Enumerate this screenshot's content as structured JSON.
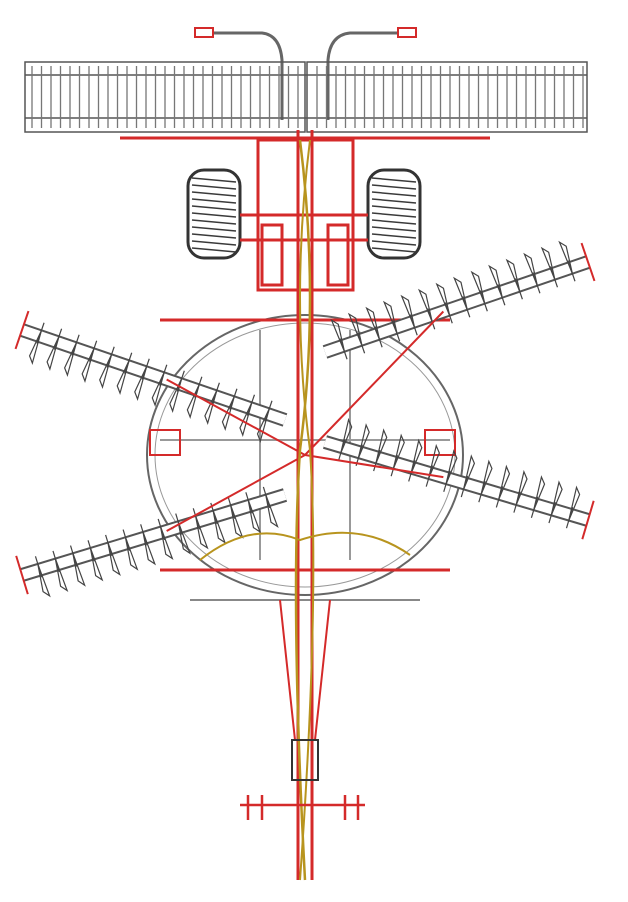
{
  "drawing": {
    "subject": "disc-harrow-top-view",
    "colors": {
      "frame": "#d42a2a",
      "lineart": "#555555",
      "hydraulic": "#b8941e",
      "tire": "#3a3a3a",
      "background": "#ffffff"
    },
    "rear_harrow_sections": 2,
    "disc_gangs": 4,
    "wheels": 2
  }
}
